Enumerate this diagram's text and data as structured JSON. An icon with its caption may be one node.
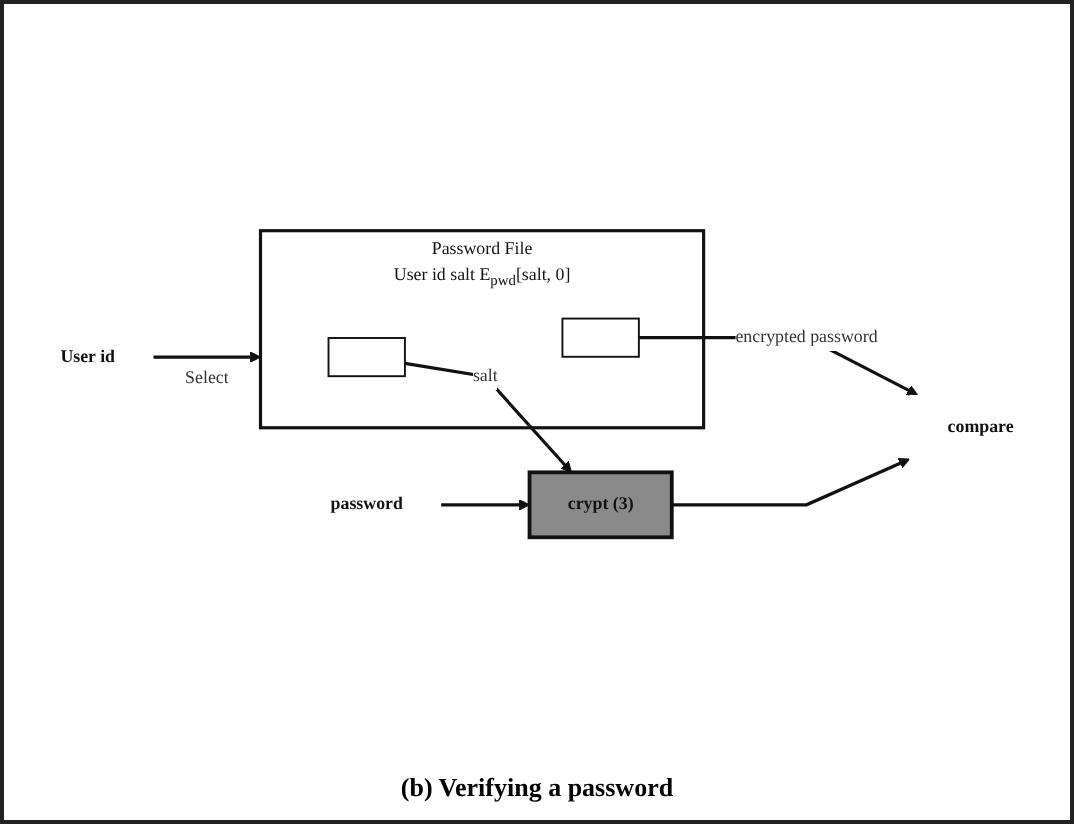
{
  "diagram": {
    "caption": "(b) Verifying a password",
    "nodes": [
      {
        "text": [
          "User id"
        ]
      },
      {
        "text": [
          "Password File",
          "User id",
          "salt",
          "E$_{pwd}$[salt, 0]"
        ]
      },
      {
        "text": [],
        "shape": "box",
        "in": 1
      },
      {
        "text": [],
        "shape": "box",
        "in": 1
      },
      {
        "text": [
          "password"
        ]
      },
      {
        "text": [
          "crypt (3)"
        ]
      },
      {
        "text": [
          "compare"
        ]
      }
    ],
    "edges": [
      {
        "from": 0,
        "to": 1,
        "label": "Select",
        "arrow": "to"
      },
      {
        "from": 2,
        "to": 5,
        "label": "salt",
        "arrow": "to"
      },
      {
        "from": 4,
        "to": 5,
        "arrow": "to"
      },
      {
        "from": 3,
        "to": 6,
        "label": "encrypted password",
        "arrow": "to"
      },
      {
        "from": 5,
        "to": 6,
        "arrow": "to"
      }
    ]
  }
}
